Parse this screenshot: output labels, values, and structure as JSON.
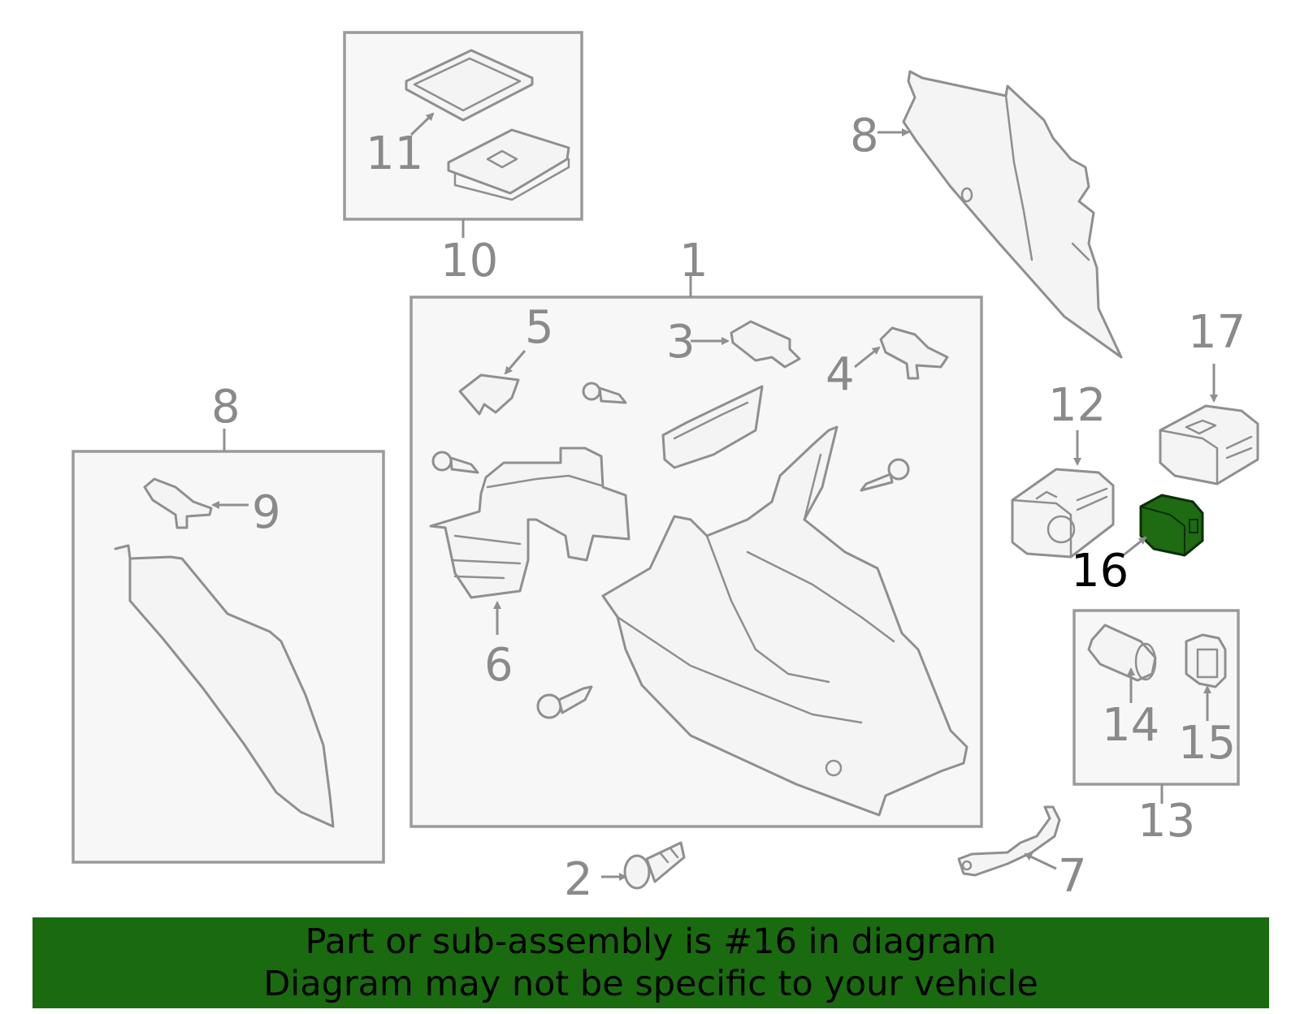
{
  "callouts": {
    "c1": "1",
    "c2": "2",
    "c3": "3",
    "c4": "4",
    "c5": "5",
    "c6": "6",
    "c7": "7",
    "c8a": "8",
    "c8b": "8",
    "c9": "9",
    "c10": "10",
    "c11": "11",
    "c12": "12",
    "c13": "13",
    "c14": "14",
    "c15": "15",
    "c16": "16",
    "c17": "17"
  },
  "highlighted_part": "16",
  "colors": {
    "highlight": "#1e6b12",
    "banner": "#1a6b10",
    "lines": "#8f8f8f"
  },
  "banner": {
    "line1": "Part or sub-assembly is #16 in diagram",
    "line2": "Diagram may not be specific to your vehicle"
  }
}
